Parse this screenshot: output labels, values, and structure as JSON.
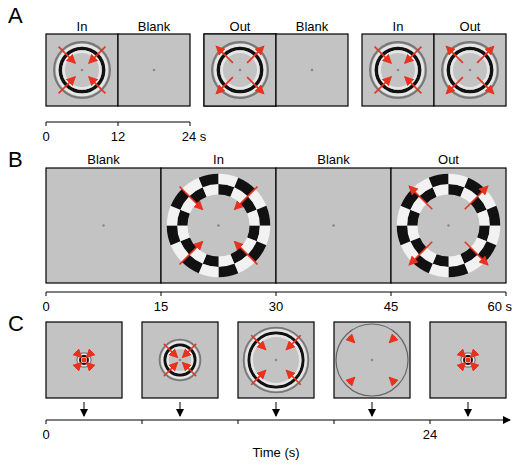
{
  "diagram": {
    "labels": [
      "A",
      "In",
      "Blank",
      "Out",
      "Blank",
      "In",
      "Out",
      "0",
      "12",
      "24 s",
      "B",
      "Blank",
      "In",
      "Blank",
      "Out",
      "0",
      "15",
      "30",
      "45",
      "60 s",
      "C",
      "0",
      "24",
      "Time (s)"
    ]
  }
}
